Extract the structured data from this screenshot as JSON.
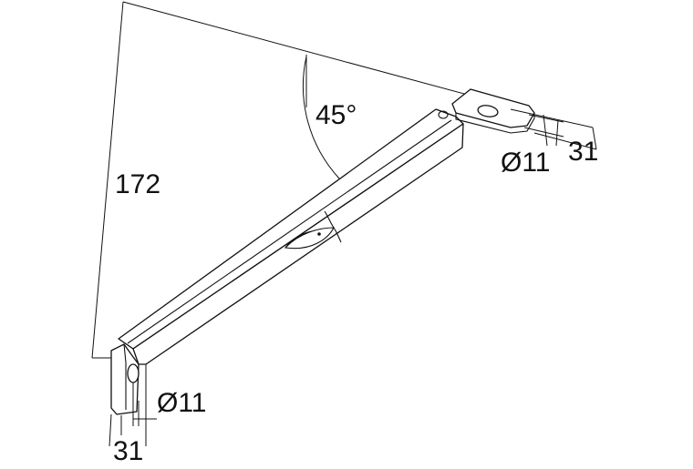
{
  "dimensions": {
    "height": "172",
    "angle": "45°",
    "hole_top": "Ø11",
    "width_top": "31",
    "hole_bottom": "Ø11",
    "width_bottom": "31"
  },
  "colors": {
    "line": "#111111",
    "background": "#ffffff"
  },
  "icons": {
    "logo": "fish-icon"
  }
}
